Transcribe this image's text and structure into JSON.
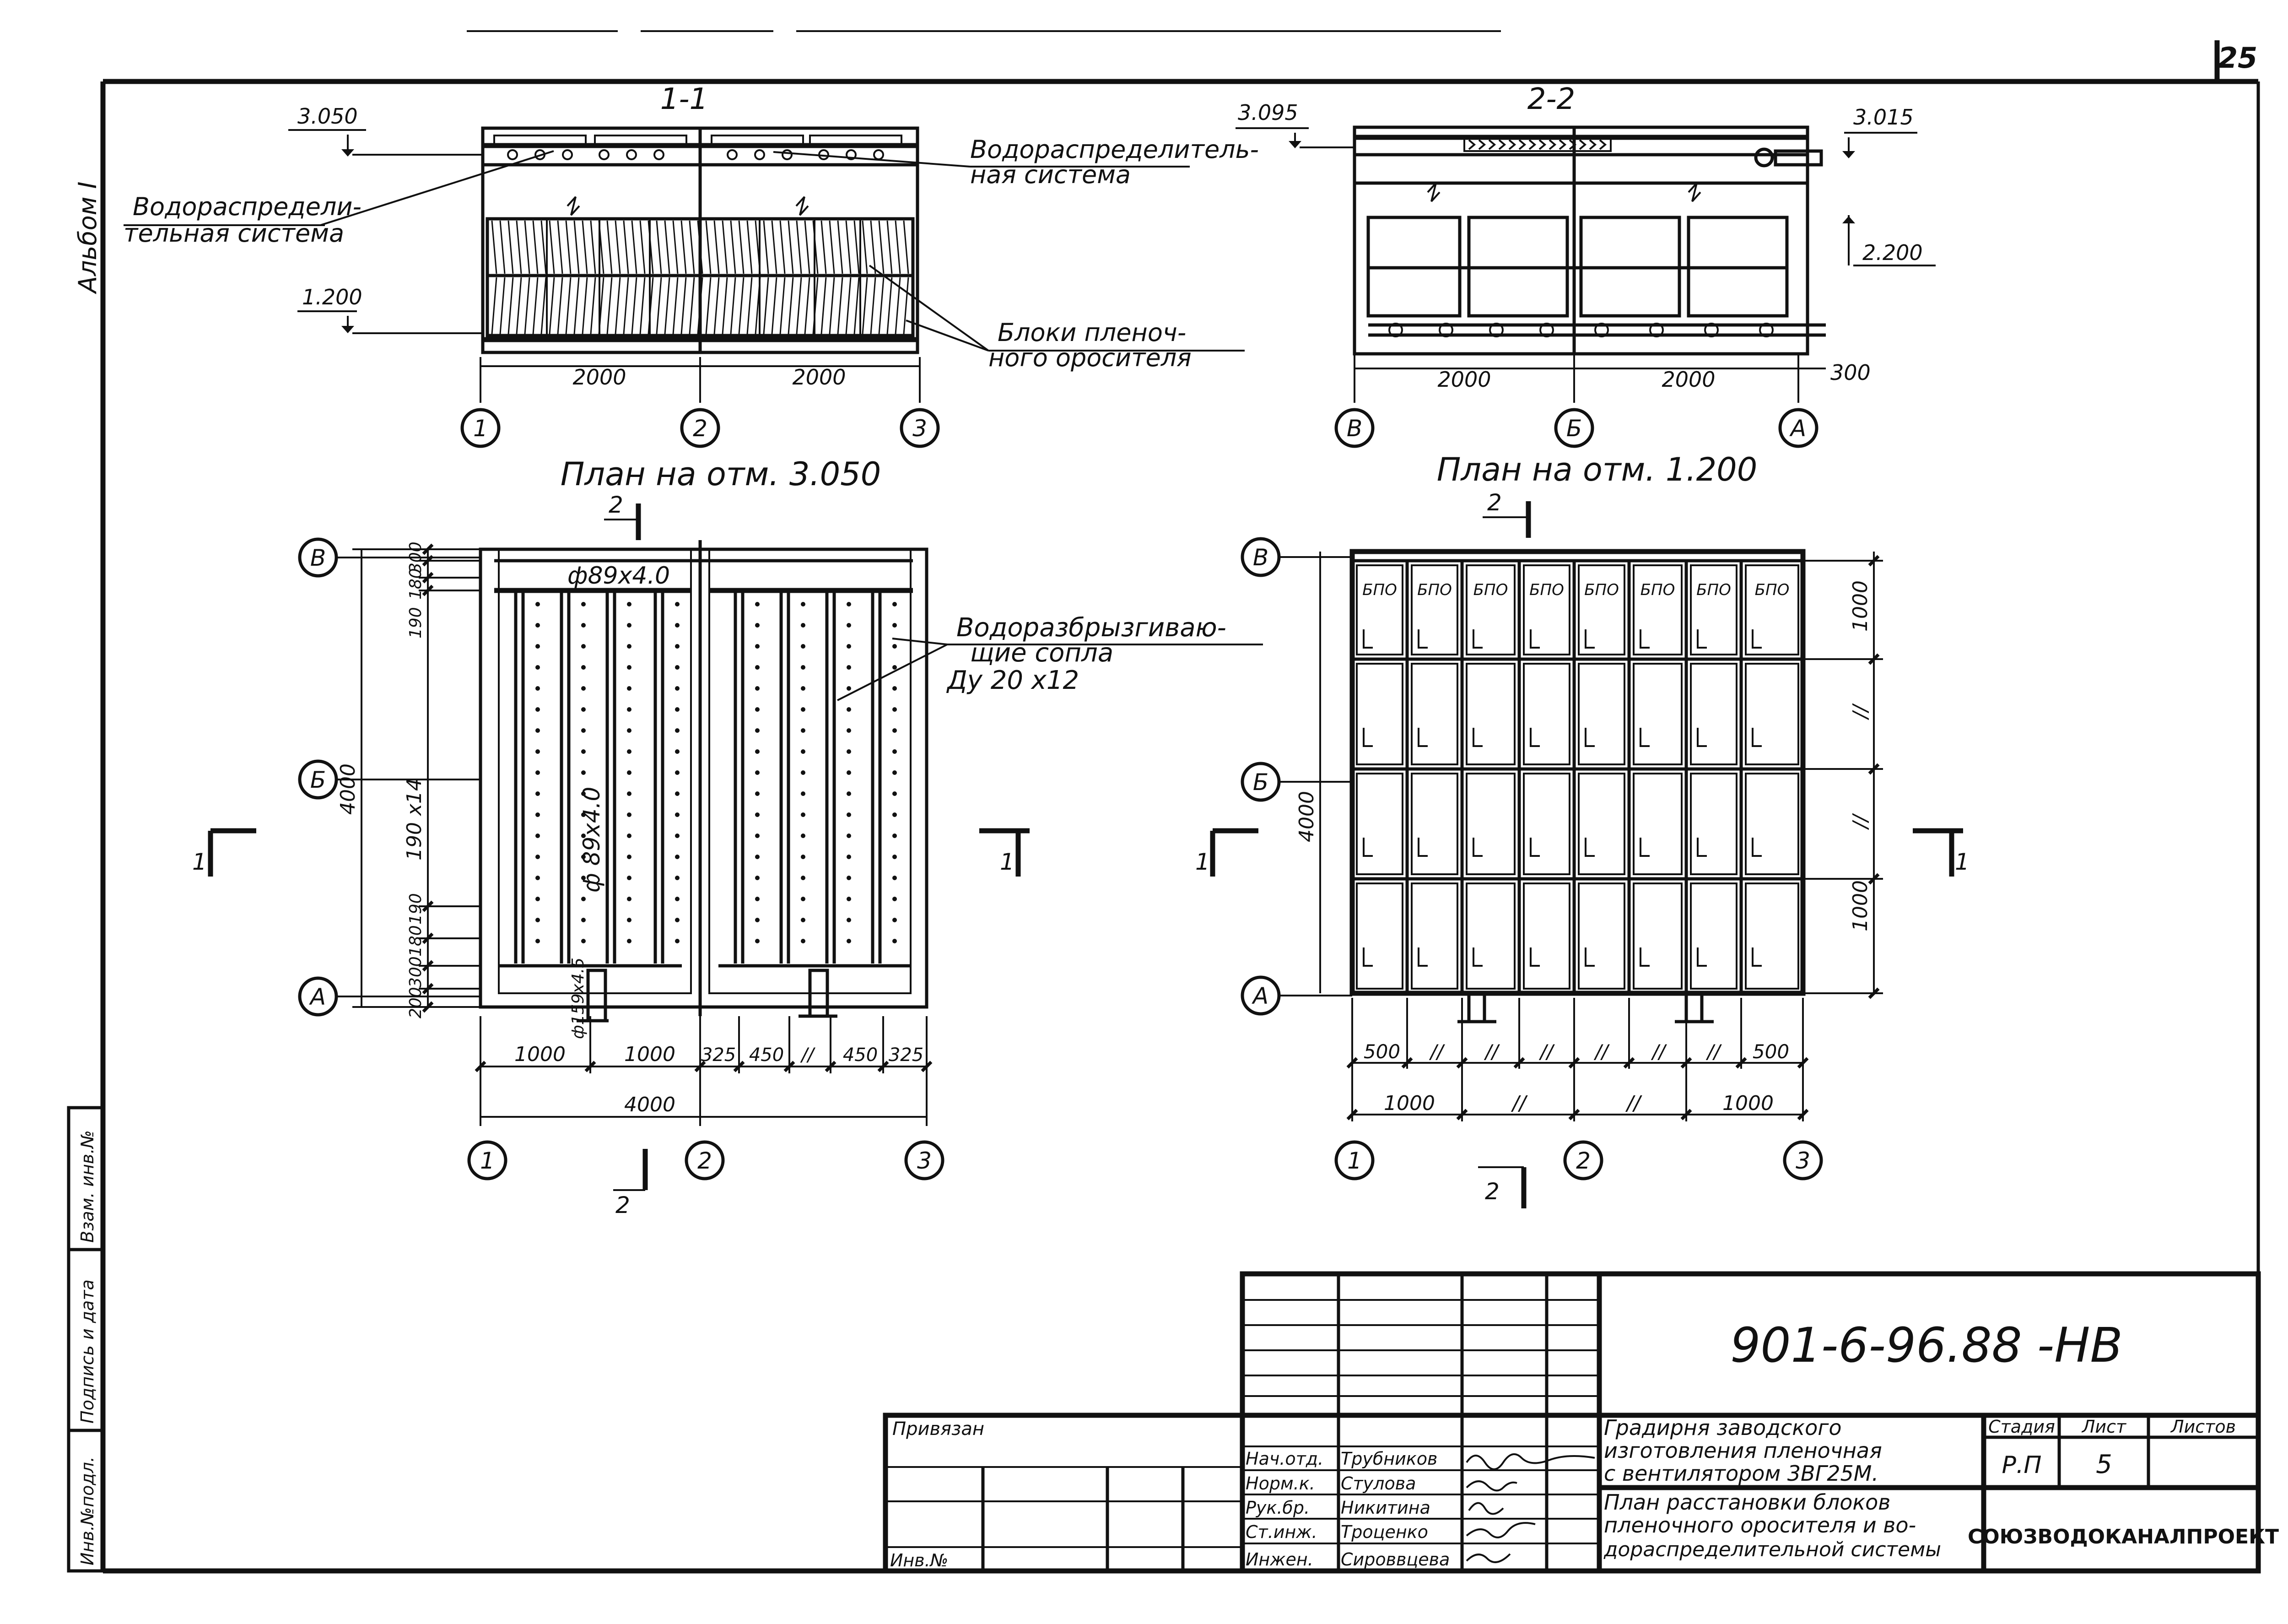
{
  "sheet": {
    "page_number": "25",
    "album_label": "Альбом I",
    "margin_labels": [
      "Инв.№подл.",
      "Подпись и дата",
      "Взам. инв.№"
    ]
  },
  "section_1_1": {
    "title": "1-1",
    "elev_top": "3.050",
    "elev_bottom": "1.200",
    "callout_distribution_left": [
      "Водораспредели-",
      "тельная система"
    ],
    "callout_distribution_right": [
      "Водораспределитель-",
      "ная система"
    ],
    "callout_blocks": [
      "Блоки пленоч-",
      "ного оросителя"
    ],
    "dims": [
      "2000",
      "2000"
    ],
    "axes": [
      "1",
      "2",
      "3"
    ]
  },
  "section_2_2": {
    "title": "2-2",
    "elev_left": "3.095",
    "elev_right": "3.015",
    "elev_mid": "2.200",
    "dim_300": "300",
    "dims": [
      "2000",
      "2000"
    ],
    "axes": [
      "В",
      "Б",
      "А"
    ]
  },
  "plan_3050": {
    "title": "План на отм. 3.050",
    "section_mark": "2",
    "section_mark_side": "1",
    "pipe_top": "ф89х4.0",
    "pipe_vertical": "ф 89х4.0",
    "pipe_bottom": "ф159х4.5",
    "callout_nozzles": [
      "Водоразбрызгиваю-",
      "щие сопла",
      "Ду 20 х12"
    ],
    "left_dims": [
      "190",
      "180",
      "300",
      "190 х14",
      "190",
      "180",
      "300",
      "200"
    ],
    "left_total": "4000",
    "bottom_dims": [
      "1000",
      "1000",
      "325",
      "450",
      "//",
      "450",
      "325"
    ],
    "bottom_total": "4000",
    "row_axes": [
      "В",
      "Б",
      "А"
    ],
    "col_axes": [
      "1",
      "2",
      "3"
    ]
  },
  "plan_1200": {
    "title": "План на отм. 1.200",
    "section_mark": "2",
    "section_mark_side": "1",
    "block_label": "БПО",
    "right_dims": [
      "1000",
      "//",
      "//",
      "1000"
    ],
    "left_total": "4000",
    "bottom_dims_small": [
      "500",
      "//",
      "//",
      "//",
      "//",
      "//",
      "//",
      "500"
    ],
    "bottom_dims_large": [
      "1000",
      "//",
      "//",
      "1000"
    ],
    "row_axes": [
      "В",
      "Б",
      "А"
    ],
    "col_axes": [
      "1",
      "2",
      "3"
    ]
  },
  "title_block": {
    "code": "901-6-96.88 -НВ",
    "privyazan": "Привязан",
    "inv_no": "Инв.№",
    "roles": [
      "Нач.отд.",
      "Норм.к.",
      "Рук.бр.",
      "Ст.инж.",
      "Инжен."
    ],
    "names": [
      "Трубников",
      "Стулова",
      "Никитина",
      "Троценко",
      "Сироввцева"
    ],
    "project_name": [
      "Градирня заводского",
      "изготовления пленочная",
      "с вентилятором 3ВГ25М."
    ],
    "sheet_title": [
      "План расстановки блоков",
      "пленочного оросителя и во-",
      "дораспределительной системы"
    ],
    "headers": [
      "Стадия",
      "Лист",
      "Листов"
    ],
    "stage": "Р.П",
    "sheet_no": "5",
    "total_sheets": "",
    "organization": "СОЮЗВОДОКАНАЛПРОЕКТ"
  }
}
